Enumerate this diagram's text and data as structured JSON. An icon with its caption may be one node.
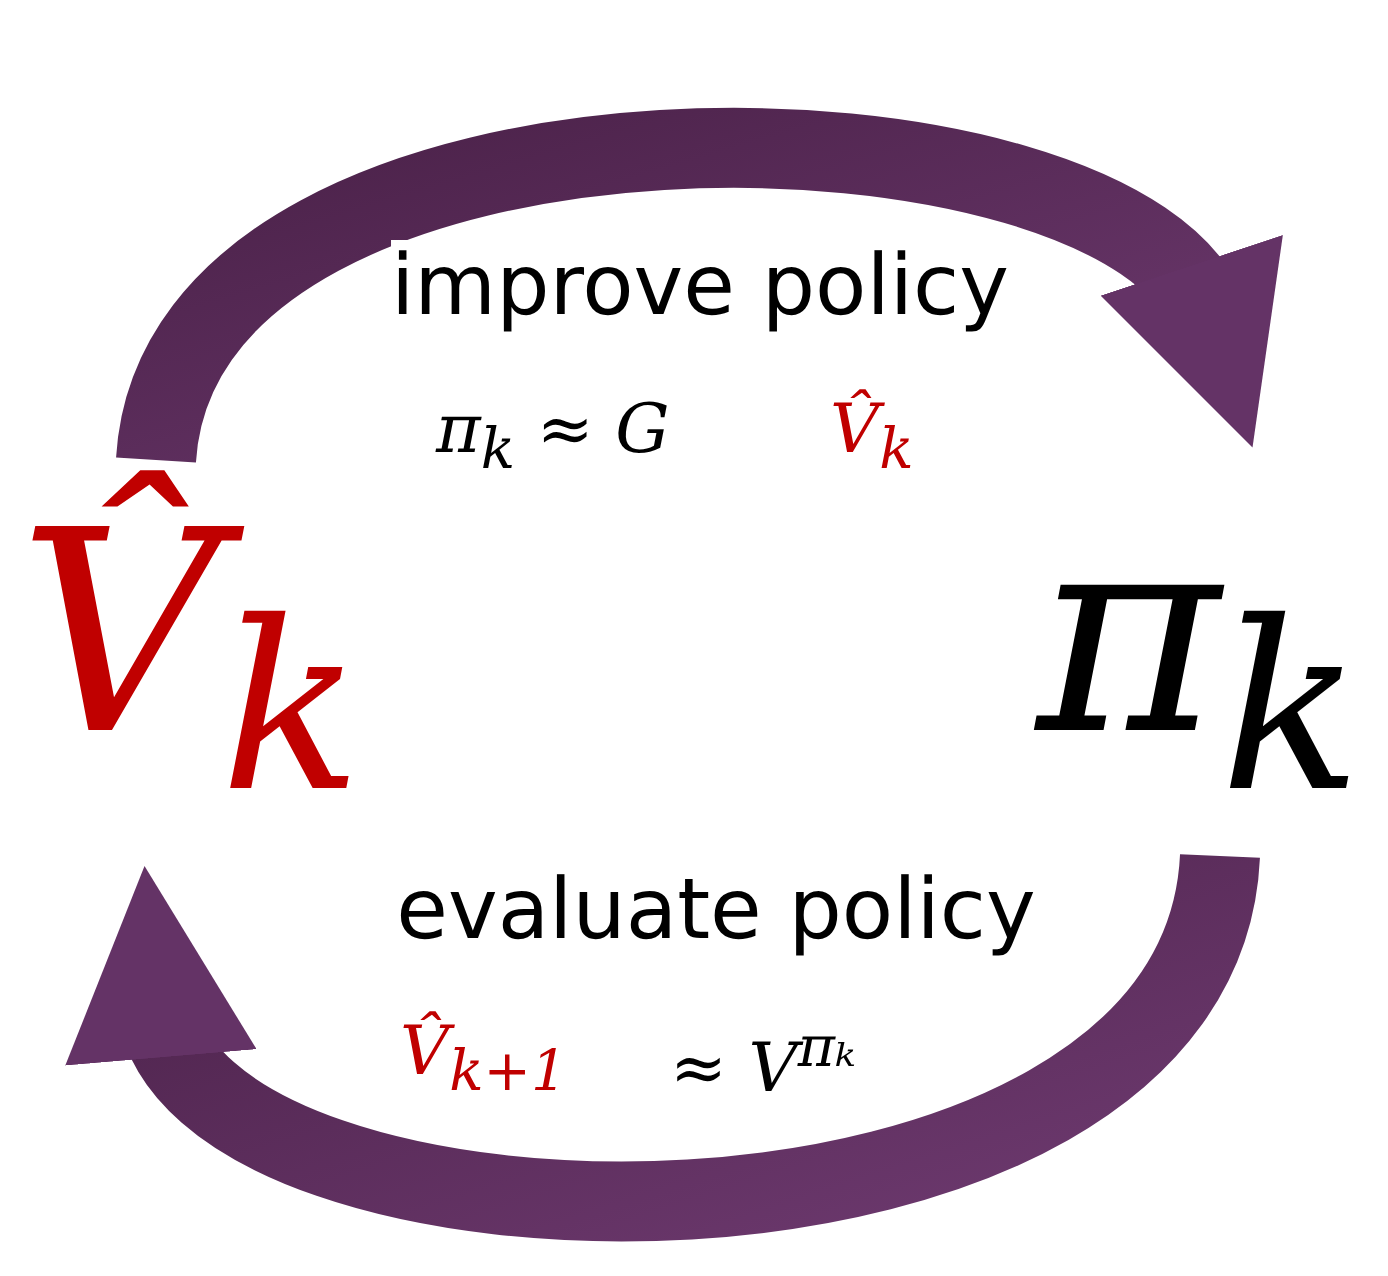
{
  "diagram": {
    "nodes": [
      {
        "text": [
          "V̂$_{k}$"
        ]
      },
      {
        "text": [
          "π$_{k}$"
        ]
      }
    ],
    "edges": [
      {
        "from": 0,
        "to": 1,
        "arrow": "to",
        "label": "improve policy"
      },
      {
        "from": 1,
        "to": 0,
        "arrow": "to",
        "label": "evaluate policy"
      }
    ],
    "labels": [
      "π$_{k}$ ≈ G",
      "V̂$_{k}$",
      "V̂$_{k+1}$",
      "≈ V$^{πₖ}$"
    ]
  }
}
